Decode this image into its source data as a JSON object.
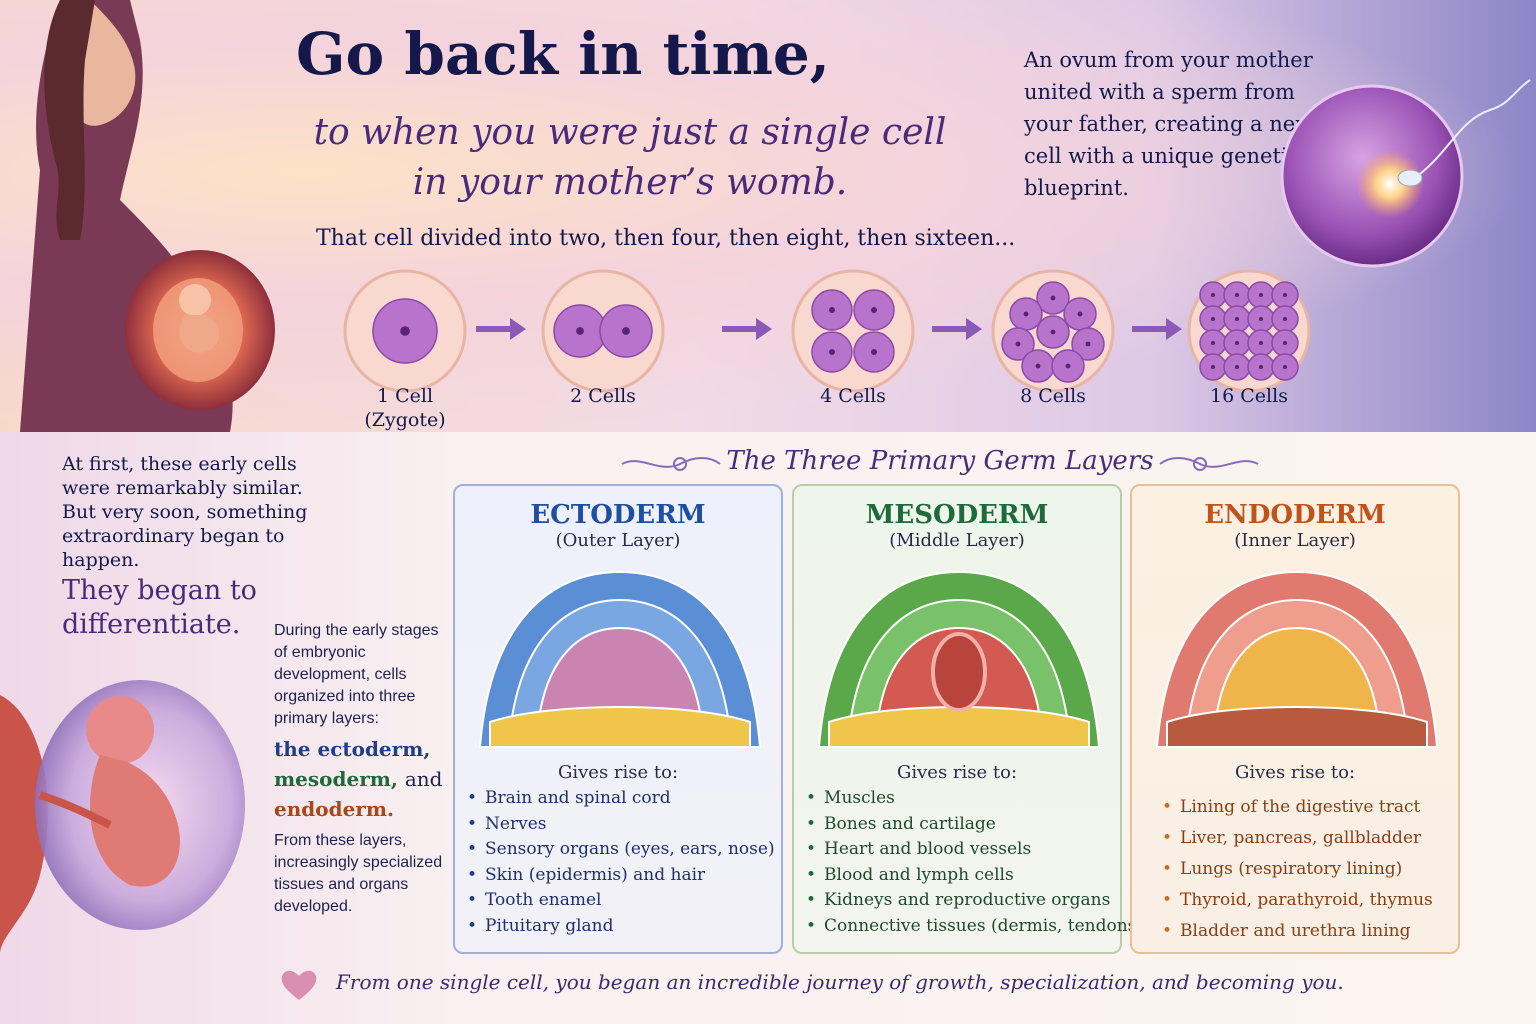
{
  "header": {
    "title_line1": "Go back in time,",
    "title_line2": "to when you were just a single cell",
    "title_line3": "in your mother’s womb.",
    "ovum_text": "An ovum from your mother united with a sperm from your father, creating a new cell with a unique genetic blueprint."
  },
  "division": {
    "caption": "That cell divided into two, then four, then eight, then sixteen...",
    "stages": [
      {
        "label": "1 Cell",
        "sublabel": "(Zygote)",
        "cells": 1
      },
      {
        "label": "2 Cells",
        "sublabel": "",
        "cells": 2
      },
      {
        "label": "4 Cells",
        "sublabel": "",
        "cells": 4
      },
      {
        "label": "8 Cells",
        "sublabel": "",
        "cells": 8
      },
      {
        "label": "16 Cells",
        "sublabel": "",
        "cells": 16
      }
    ]
  },
  "left_column": {
    "intro": "At first, these early cells were remarkably similar. But very soon, something extraordinary began to happen.",
    "emphasis": "They began to differentiate.",
    "during": "During the early stages of embryonic development, cells organized into three primary layers:",
    "layer_ecto": "the ectoderm,",
    "layer_meso": "mesoderm,",
    "layer_and": "and",
    "layer_endo": "endoderm.",
    "from_layers": "From these layers, increasingly specialized tissues and organs developed."
  },
  "germ_layers": {
    "section_title": "The Three Primary Germ Layers",
    "gives_rise_label": "Gives rise to:",
    "panels": [
      {
        "name": "ECTODERM",
        "subtitle": "(Outer Layer)",
        "color": "#1f4fa0",
        "items": [
          "Brain and spinal cord",
          "Nerves",
          "Sensory organs (eyes, ears, nose)",
          "Skin (epidermis) and hair",
          "Tooth enamel",
          "Pituitary gland"
        ]
      },
      {
        "name": "MESODERM",
        "subtitle": "(Middle Layer)",
        "color": "#1d6a3a",
        "items": [
          "Muscles",
          "Bones and cartilage",
          "Heart and blood vessels",
          "Blood and lymph cells",
          "Kidneys and reproductive organs",
          "Connective tissues (dermis, tendons)"
        ]
      },
      {
        "name": "ENDODERM",
        "subtitle": "(Inner Layer)",
        "color": "#c0531a",
        "items": [
          "Lining of the digestive tract",
          "Liver, pancreas, gallbladder",
          "Lungs (respiratory lining)",
          "Thyroid, parathyroid, thymus",
          "Bladder and urethra lining"
        ]
      }
    ]
  },
  "footer": {
    "text": "From one single cell, you began an incredible journey of growth, specialization, and becoming you."
  }
}
